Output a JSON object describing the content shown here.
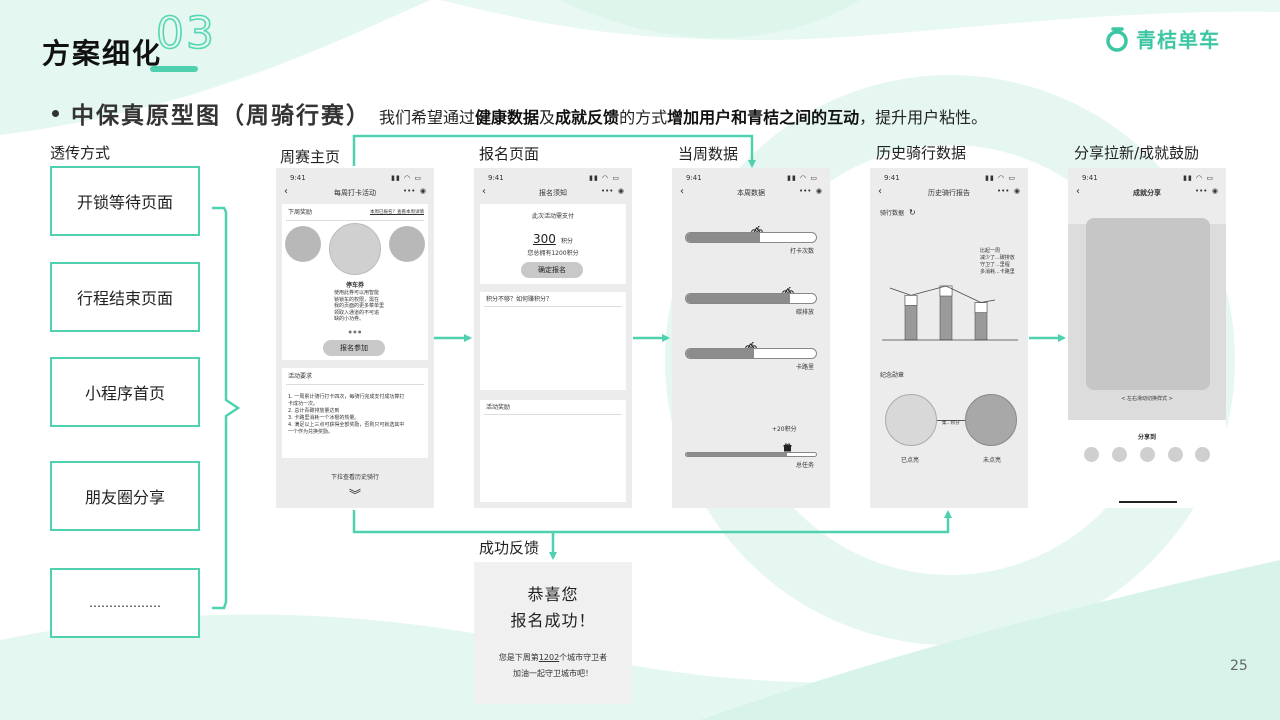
{
  "header": {
    "title": "方案细化",
    "number": "03",
    "brand": "青桔单车"
  },
  "subtitle": {
    "head": "中保真原型图（周骑行赛）",
    "t1": "我们希望通过",
    "b1": "健康数据",
    "t2": "及",
    "b2": "成就反馈",
    "t3": "的方式",
    "b3": "增加用户和青桔之间的互动",
    "t4": "，提升用户粘性。"
  },
  "left": {
    "label": "透传方式",
    "items": [
      "开锁等待页面",
      "行程结束页面",
      "小程序首页",
      "朋友圈分享",
      "………………"
    ]
  },
  "columns": [
    "周赛主页",
    "报名页面",
    "当周数据",
    "历史骑行数据",
    "分享拉新/成就鼓励"
  ],
  "status": {
    "time": "9:41",
    "icons": "▮▮ ◠ ▭"
  },
  "phone1": {
    "nav_title": "每周打卡活动",
    "section": "下周奖励",
    "rule_link": "本周已报名？查看本周详情",
    "ticket_title": "停车券",
    "ticket_desc": [
      "使用此券可以用智能",
      "锁锁车的权限，需在",
      "我的页面的更多菜单里",
      "领取入通道的不可追",
      "缺的小功券。"
    ],
    "dots": "●  ●  ●",
    "join_btn": "报名参加",
    "req_title": "活动要求",
    "req_lines": [
      "1. 一周累计骑行打卡四次，每骑行完成支付成功算打",
      "卡成功一次。",
      "2. 总计青碳排放量达到",
      "3. 卡路里消耗一个冰棍的热量。",
      "4. 满足以上三点可获得全部奖励，否则只可就选其中",
      "一个作为兑换奖励。"
    ],
    "pull": "下拉查看历史骑行",
    "chev": "︾"
  },
  "phone2": {
    "nav_title": "报名须知",
    "pay_line": "此次活动需支付",
    "points": "300",
    "points_unit": "积分",
    "have": "您总拥有1200积分",
    "confirm": "确定报名",
    "q": "积分不够？如何赚积分？",
    "reward": "活动奖励"
  },
  "phone3": {
    "nav_title": "本周数据",
    "bars": [
      {
        "label": "打卡次数",
        "fill": 0.57
      },
      {
        "label": "碳排放",
        "fill": 0.8
      },
      {
        "label": "卡路里",
        "fill": 0.52
      },
      {
        "label": "总任务",
        "fill": 0.78,
        "prefix": "+20积分"
      }
    ]
  },
  "phone4": {
    "nav_title": "历史骑行报告",
    "section": "骑行数据",
    "note": [
      "比起一周",
      "减少了...碳排放",
      "守卫了...里程",
      "多消耗...卡路里"
    ],
    "bars": [
      0.62,
      0.75,
      0.52
    ],
    "medal": "纪念勋章",
    "link": "集...积分",
    "lit": "已点亮",
    "unlit": "未点亮"
  },
  "phone5": {
    "nav_title": "成就分享",
    "switch": "< 左右滑动切换样式 >",
    "share_to": "分享到"
  },
  "success": {
    "l1": "恭喜您",
    "l2": "报名成功！",
    "s1a": "您是下周第",
    "s1n": "1202",
    "s1b": "个城市守卫者",
    "s2": "加油一起守卫城市吧！",
    "label": "成功反馈"
  },
  "page_number": "25",
  "colors": {
    "accent": "#4fd1b0",
    "brand": "#3cc6a3",
    "mint_bg": "#e4f7f0",
    "phone_bg": "#ececec"
  },
  "icons": {
    "bike": "bicycle-icon",
    "gift": "gift-icon",
    "share": "share-icon",
    "logo": "orange-logo-icon"
  }
}
